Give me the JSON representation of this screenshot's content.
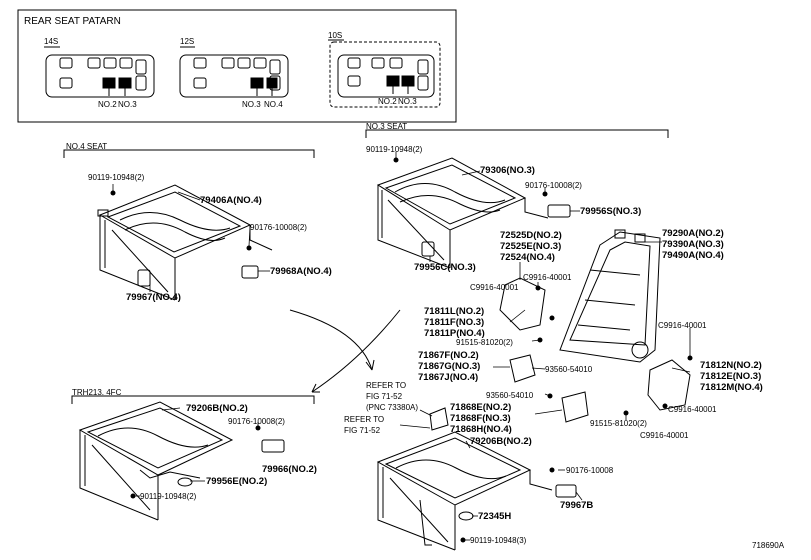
{
  "header": {
    "title": "REAR SEAT PATARN",
    "patterns": [
      {
        "name": "14S",
        "labels": [
          "NO.2",
          "NO.3"
        ]
      },
      {
        "name": "12S",
        "labels": [
          "NO.3",
          "NO.4"
        ]
      },
      {
        "name": "10S",
        "labels": [
          "NO.2",
          "NO.3"
        ]
      }
    ]
  },
  "sections": {
    "no4": "NO.4 SEAT",
    "no3": "NO.3 SEAT",
    "trh": "TRH213. 4FC"
  },
  "parts": {
    "p90119_a": "90119-10948(2)",
    "p79406A": "79406A(NO.4)",
    "p90176_a": "90176-10008(2)",
    "p79968A": "79968A(NO.4)",
    "p79967": "79967(NO.4)",
    "p90119_b": "90119-10948(2)",
    "p79306": "79306(NO.3)",
    "p90176_b": "90176-10008(2)",
    "p79956S": "79956S(NO.3)",
    "p79956C": "79956C(NO.3)",
    "p72525D": "72525D(NO.2)",
    "p72525E": "72525E(NO.3)",
    "p72524": "72524(NO.4)",
    "p79290A": "79290A(NO.2)",
    "p79390A": "79390A(NO.3)",
    "p79490A": "79490A(NO.4)",
    "pC9916_a": "C9916-40001",
    "pC9916_b": "C9916-40001",
    "pC9916_c": "C9916-40001",
    "p71811L": "71811L(NO.2)",
    "p71811F": "71811F(NO.3)",
    "p71811P": "71811P(NO.4)",
    "p91515_a": "91515-81020(2)",
    "p71867F": "71867F(NO.2)",
    "p71867G": "71867G(NO.3)",
    "p71867J": "71867J(NO.4)",
    "p93560_a": "93560-54010",
    "p93560_b": "93560-54010",
    "p71868E": "71868E(NO.2)",
    "p71868F": "71868F(NO.3)",
    "p71868H": "71868H(NO.4)",
    "p91515_b": "91515-81020(2)",
    "pC9916_d": "C9916-40001",
    "pC9916_e": "C9916-40001",
    "p71812N": "71812N(NO.2)",
    "p71812E": "71812E(NO.3)",
    "p71812M": "71812M(NO.4)",
    "p79206B_a": "79206B(NO.2)",
    "p90176_c": "90176-10008(2)",
    "p79966": "79966(NO.2)",
    "p79956E": "79956E(NO.2)",
    "p90119_c": "90119-10948(2)",
    "refer1_a": "REFER TO",
    "refer1_b": "FIG 71-52",
    "refer1_c": "(PNC 73380A)",
    "refer2_a": "REFER TO",
    "refer2_b": "FIG 71-52",
    "p79206B_b": "79206B(NO.2)",
    "p90176_d": "90176-10008",
    "p79967B": "79967B",
    "p72345H": "72345H",
    "p90119_d": "90119-10948(3)"
  },
  "footer": {
    "code": "718690A"
  }
}
